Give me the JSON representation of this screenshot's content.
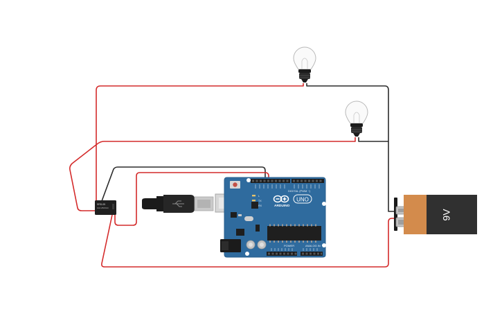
{
  "colors": {
    "background": "#ffffff",
    "wire_red": "#d42a2a",
    "wire_black": "#2b2b2b",
    "board_blue": "#2f6b9e",
    "battery_body": "#303030",
    "battery_band": "#d38b4c"
  },
  "battery": {
    "label": "9V"
  },
  "arduino": {
    "logo_text": "ARDUINO",
    "model": "UNO",
    "digital_label": "DIGITAL (PWM ~)",
    "power_label": "POWER",
    "analog_label": "ANALOG IN",
    "pin_marks": [
      "L",
      "TX",
      "RX"
    ]
  },
  "relay": {
    "line1": "SRD-05",
    "line2": "10A 250VAC"
  },
  "icons": {
    "bulb_top": "light-bulb-icon",
    "bulb_mid": "light-bulb-icon",
    "usb": "usb-icon"
  }
}
